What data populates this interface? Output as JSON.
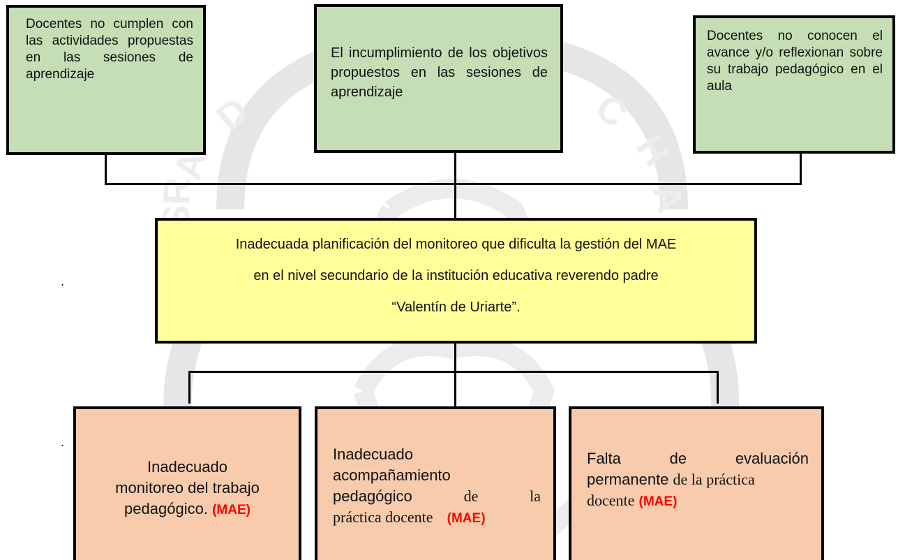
{
  "causes": [
    {
      "text": "Docentes no cumplen con las actividades propuestas en las sesiones de aprendizaje"
    },
    {
      "text": "El incumplimiento de los objetivos propuestos en las sesiones de aprendizaje"
    },
    {
      "text": "Docentes no conocen el avance y/o reflexionan sobre su trabajo pedagógico en el aula"
    }
  ],
  "problem": {
    "line1": "Inadecuada planificación del  monitoreo que dificulta la gestión del MAE",
    "line2": "en el nivel secundario de  la institución educativa reverendo padre",
    "line3": "“Valentín de Uriarte”."
  },
  "effects": [
    {
      "line1": "Inadecuado",
      "line2": "monitoreo del trabajo",
      "line3": "pedagógico.",
      "tag": "(MAE)"
    },
    {
      "line1": "Inadecuado",
      "line2": "acompañamiento",
      "line3a": "pedagógico",
      "line3b": "de",
      "line3c": "la",
      "line4": "práctica docente",
      "tag": "(MAE)"
    },
    {
      "line1a": "Falta",
      "line1b": "de",
      "line1c": "evaluación",
      "line2a": "permanente",
      "line2b": "de la práctica",
      "line3": "docente",
      "tag": "(MAE)"
    }
  ],
  "margin_marks": [
    ".",
    "."
  ],
  "colors": {
    "cause_fill": "#c5deb5",
    "problem_fill": "#ffff99",
    "effect_fill": "#f8cbad",
    "tag_color": "#ff0000"
  }
}
